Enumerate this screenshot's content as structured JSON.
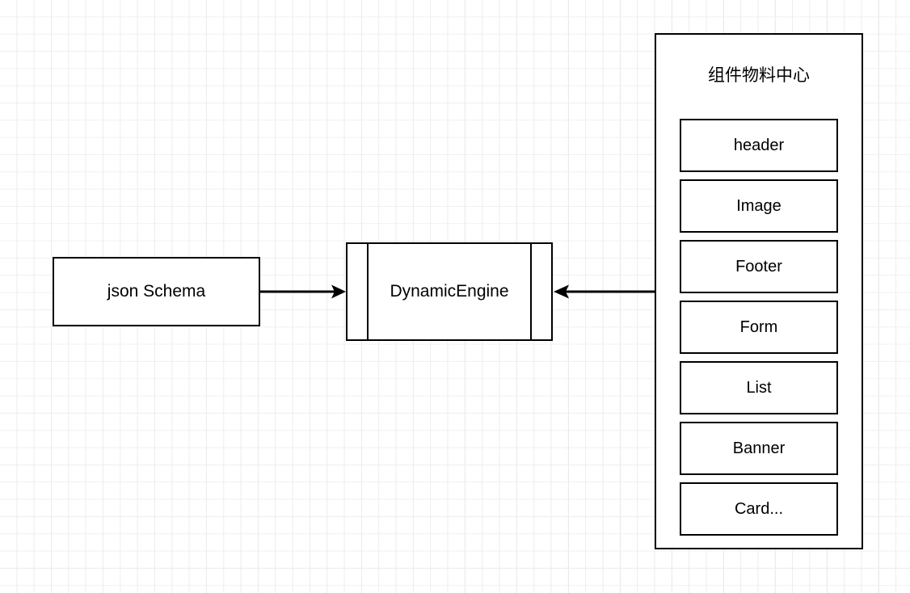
{
  "diagram": {
    "title": "",
    "background": {
      "grid": true,
      "grid_color": "#e8e8e8",
      "page_color": "#ffffff"
    },
    "stroke_color": "#000000",
    "text_color": "#000000",
    "nodes": {
      "json_schema": {
        "label": "json Schema",
        "shape": "rectangle"
      },
      "dynamic_engine": {
        "label": "DynamicEngine",
        "shape": "subroutine"
      },
      "material_center": {
        "title": "组件物料中心",
        "shape": "rectangle",
        "items": [
          {
            "label": "header"
          },
          {
            "label": "Image"
          },
          {
            "label": "Footer"
          },
          {
            "label": "Form"
          },
          {
            "label": "List"
          },
          {
            "label": "Banner"
          },
          {
            "label": "Card..."
          }
        ]
      }
    },
    "edges": [
      {
        "name": "json-schema-to-dynamic-engine",
        "from": "json_schema",
        "to": "dynamic_engine",
        "label": "",
        "direction": "right",
        "arrowhead": "filled-triangle"
      },
      {
        "name": "material-center-to-dynamic-engine",
        "from": "material_center",
        "to": "dynamic_engine",
        "label": "",
        "direction": "left",
        "arrowhead": "filled-triangle"
      }
    ]
  }
}
